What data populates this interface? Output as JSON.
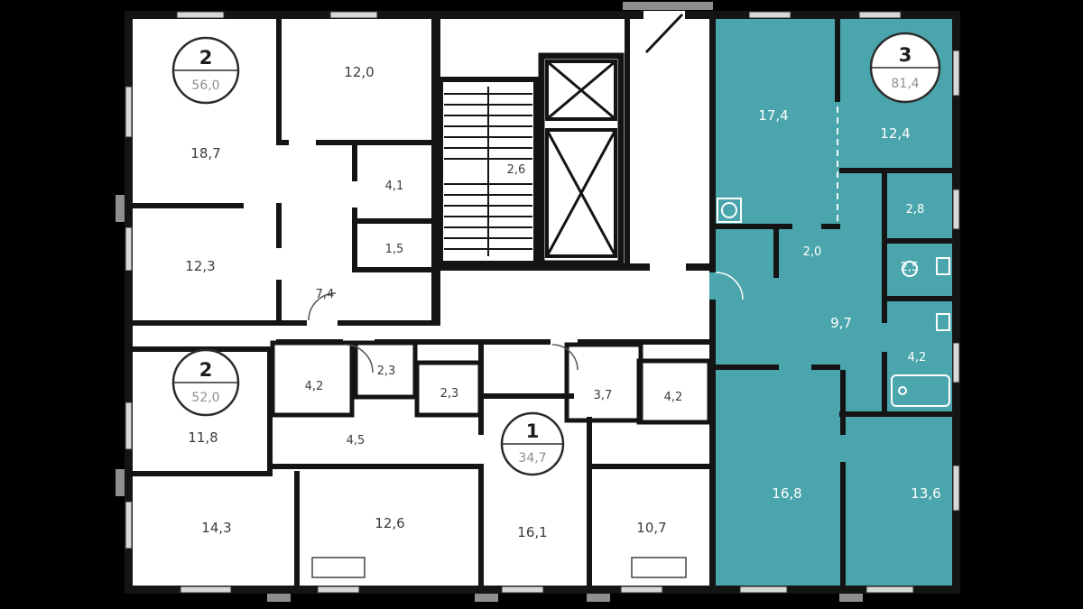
{
  "colors": {
    "highlight": "#4aa6ac",
    "wall": "#141414",
    "floor": "#ffffff",
    "background": "#000000"
  },
  "core": {
    "stair_label": "2,6"
  },
  "apartments": {
    "a56": {
      "type": "2",
      "area": "56,0",
      "rooms": {
        "r1": "18,7",
        "r2": "12,0",
        "r3": "12,3",
        "r4": "4,1",
        "r5": "1,5",
        "r6": "7,4"
      }
    },
    "a52": {
      "type": "2",
      "area": "52,0",
      "rooms": {
        "r1": "11,8",
        "r2": "14,3",
        "r3": "4,2",
        "r4": "2,3",
        "r5": "2,3",
        "r6": "4,5",
        "r7": "12,6"
      }
    },
    "a34": {
      "type": "1",
      "area": "34,7",
      "rooms": {
        "r1": "16,1",
        "r2": "3,7",
        "r3": "4,2",
        "r4": "10,7"
      }
    },
    "a81": {
      "type": "3",
      "area": "81,4",
      "rooms": {
        "r1": "17,4",
        "r2": "12,4",
        "r3": "2,8",
        "r4": "2,5",
        "r5": "2,0",
        "r6": "9,7",
        "r7": "4,2",
        "r8": "16,8",
        "r9": "13,6"
      }
    }
  }
}
